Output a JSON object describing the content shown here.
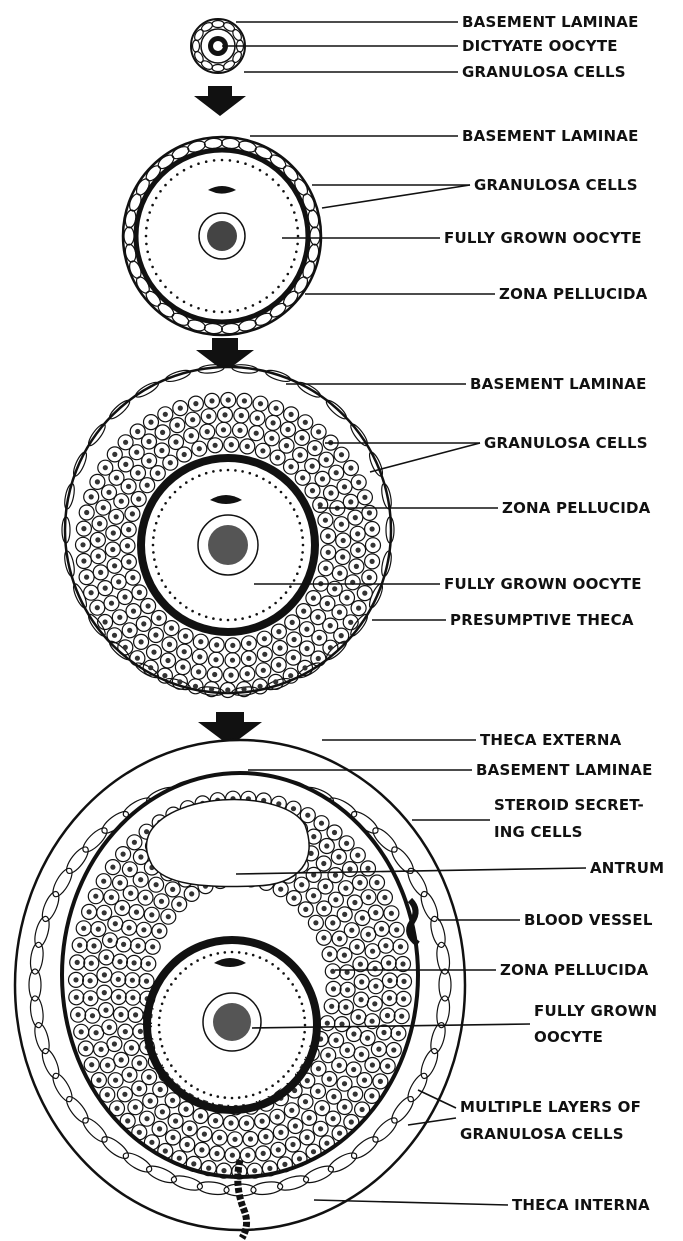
{
  "stages": [
    {
      "id": "stage1",
      "labels": [
        "BASEMENT LAMINAE",
        "DICTYATE OOCYTE",
        "GRANULOSA CELLS"
      ]
    },
    {
      "id": "stage2",
      "labels": [
        "BASEMENT LAMINAE",
        "GRANULOSA CELLS",
        "FULLY GROWN OOCYTE",
        "ZONA PELLUCIDA"
      ]
    },
    {
      "id": "stage3",
      "labels": [
        "BASEMENT LAMINAE",
        "GRANULOSA CELLS",
        "ZONA PELLUCIDA",
        "FULLY GROWN OOCYTE",
        "PRESUMPTIVE THECA"
      ]
    },
    {
      "id": "stage4",
      "labels": [
        "THECA EXTERNA",
        "BASEMENT LAMINAE",
        "STEROID SECRET-",
        "ING CELLS",
        "ANTRUM",
        "BLOOD VESSEL",
        "ZONA PELLUCIDA",
        "FULLY GROWN",
        "OOCYTE",
        "MULTIPLE LAYERS OF",
        "GRANULOSA CELLS",
        "THECA INTERNA"
      ]
    }
  ]
}
